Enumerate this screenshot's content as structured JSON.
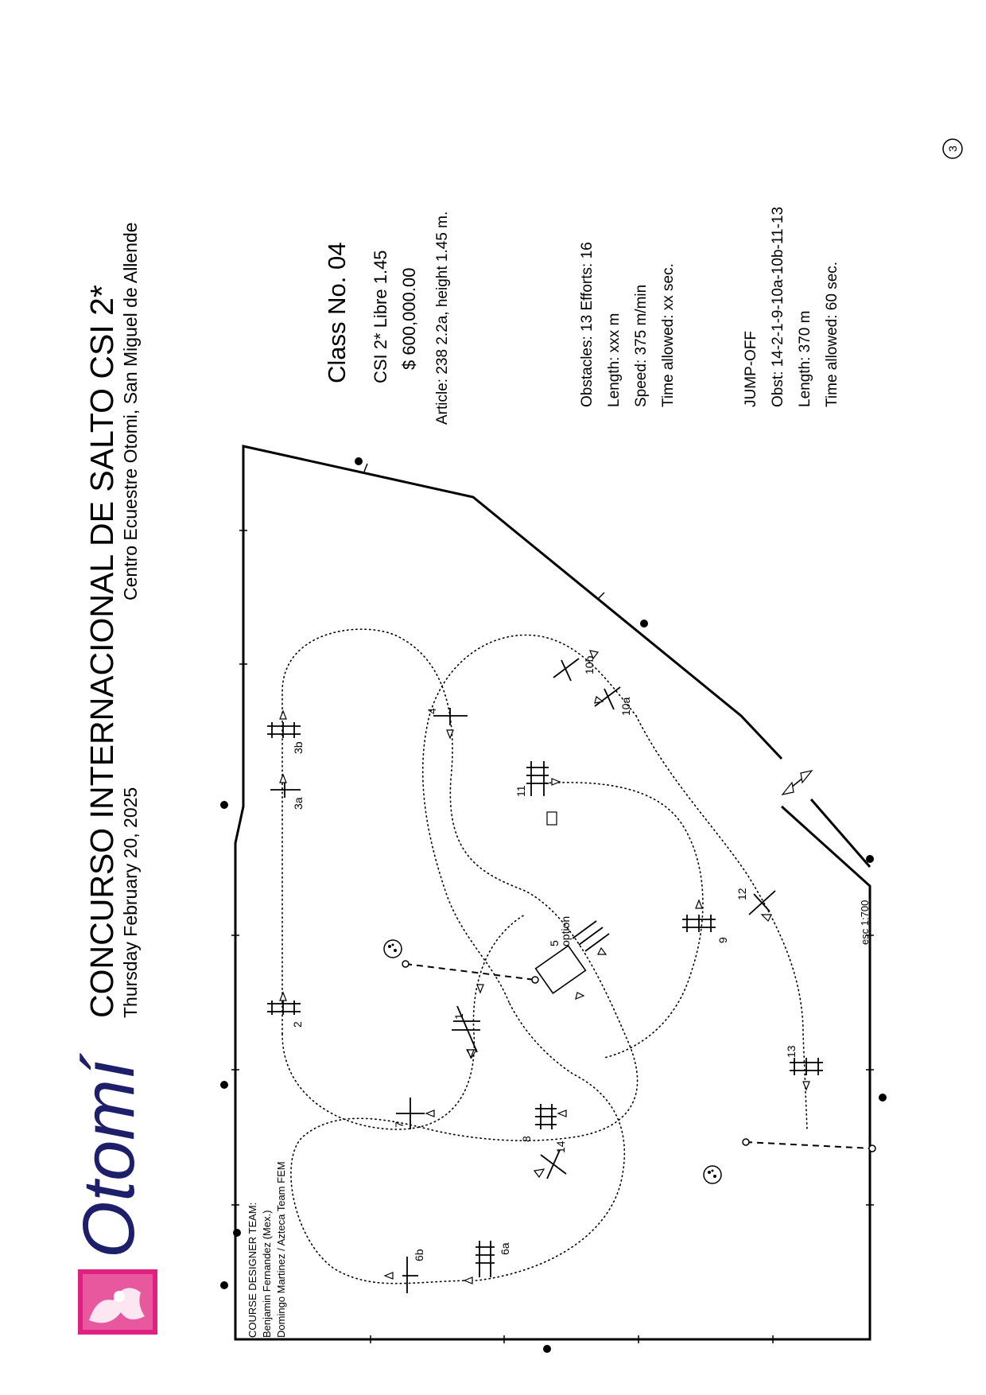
{
  "header": {
    "title": "CONCURSO INTERNACIONAL DE SALTO CSI 2*",
    "date": "Thursday February 20, 2025",
    "venue": "Centro Ecuestre Otomi, San Miguel de Allende",
    "logo_text": "Otomí"
  },
  "class_info": {
    "class_no": "Class No. 04",
    "category": "CSI 2* Libre 1.45",
    "prize": "$ 600,000.00",
    "article": "Article: 238 2.2a, height 1.45 m."
  },
  "course_info": {
    "obstacles": "Obstacles: 13  Efforts: 16",
    "length": "Length: xxx m",
    "speed": "Speed: 375 m/min",
    "time": "Time allowed: xx sec."
  },
  "jumpoff": {
    "title": "JUMP-OFF",
    "obst": "Obst: 14-2-1-9-10a-10b-11-13",
    "length": "Length: 370 m",
    "time": "Time allowed: 60 sec."
  },
  "designers": {
    "heading": "COURSE DESIGNER TEAM:",
    "line1": "Benjamin Fernandez (Mex.)",
    "line2": "Domingo Martinez / Azteca Team FEM"
  },
  "map": {
    "scale": "esc 1:700",
    "page_number": "3",
    "obstacles": [
      "1",
      "2",
      "3a",
      "3b",
      "4",
      "5",
      "option",
      "6a",
      "6b",
      "7",
      "8",
      "9",
      "10a",
      "10b",
      "11",
      "12",
      "13",
      "14"
    ]
  },
  "colors": {
    "logo_magenta": "#e0217f",
    "logo_navy": "#1d1f6b",
    "ink": "#000000"
  }
}
